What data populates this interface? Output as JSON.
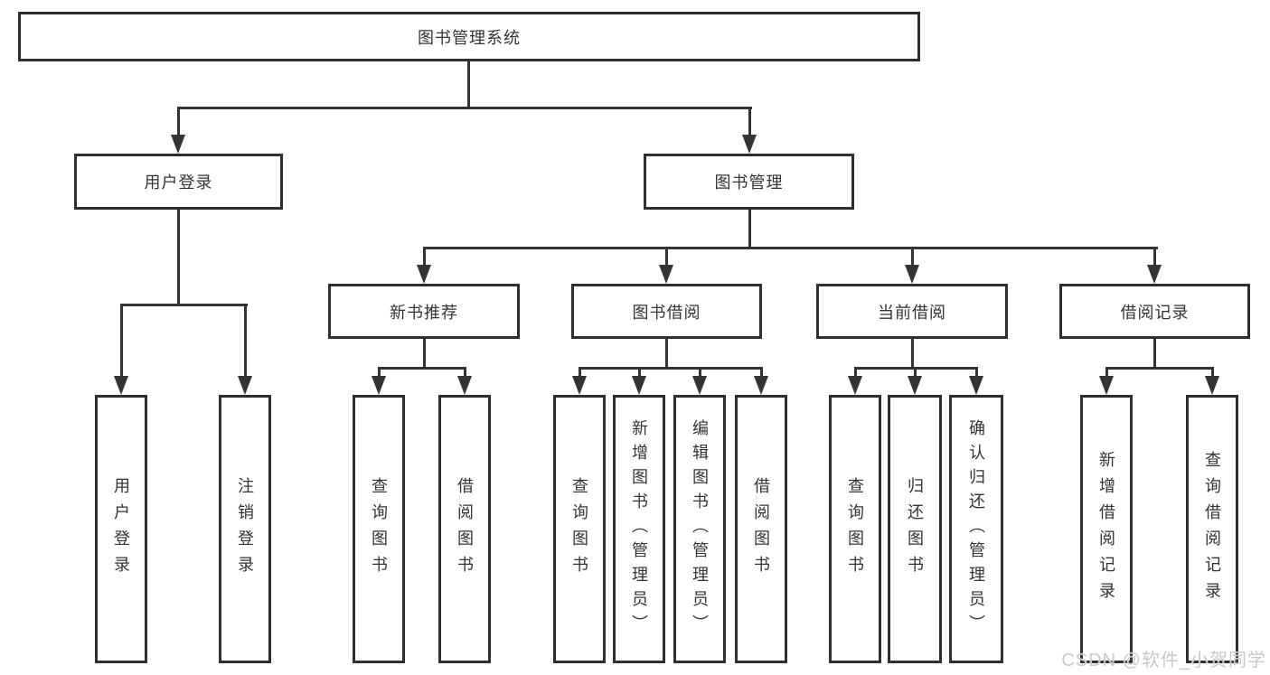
{
  "diagram": {
    "title": "图书管理系统",
    "branches": [
      {
        "label": "用户登录",
        "children": [
          "用户登录",
          "注销登录"
        ]
      },
      {
        "label": "图书管理",
        "children": [
          {
            "label": "新书推荐",
            "children": [
              "查询图书",
              "借阅图书"
            ]
          },
          {
            "label": "图书借阅",
            "children": [
              "查询图书",
              "新增图书（管理员）",
              "编辑图书（管理员）",
              "借阅图书"
            ]
          },
          {
            "label": "当前借阅",
            "children": [
              "查询图书",
              "归还图书",
              "确认归还（管理员）"
            ]
          },
          {
            "label": "借阅记录",
            "children": [
              "新增借阅记录",
              "查询借阅记录"
            ]
          }
        ]
      }
    ]
  },
  "watermark": {
    "text": "CSDN @软件_小贺同学"
  },
  "colors": {
    "line": "#333333",
    "box_border": "#2e2e2e",
    "text": "#333333",
    "background": "#ffffff",
    "watermark": "#c9c9c9"
  }
}
